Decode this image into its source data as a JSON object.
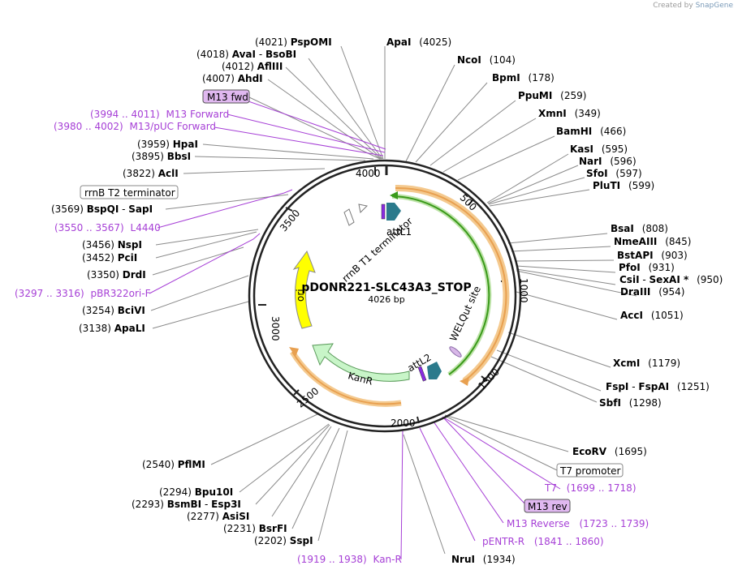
{
  "credit": {
    "prefix": "Created by",
    "brand": "SnapGene"
  },
  "plasmid": {
    "name": "pDONR221-SLC43A3_STOP",
    "size": "4026 bp"
  },
  "ticks": [
    "500",
    "1000",
    "1500",
    "2000",
    "2500",
    "3000",
    "3500",
    "4000"
  ],
  "features": {
    "attL1": "attL1",
    "attL2": "attL2",
    "welqut": "WELQut site",
    "kanr": "KanR",
    "ori": "ori",
    "rrnb_arc": "rrnB T1 terminator"
  },
  "enzymes_left": [
    {
      "pos": "(4021)",
      "name": "PspOMI"
    },
    {
      "pos": "(4018)",
      "name": "AvaI",
      "sep": "-",
      "name2": "BsoBI"
    },
    {
      "pos": "(4012)",
      "name": "AflIII"
    },
    {
      "pos": "(4007)",
      "name": "AhdI"
    },
    {
      "pos": "(3959)",
      "name": "HpaI"
    },
    {
      "pos": "(3895)",
      "name": "BbsI"
    },
    {
      "pos": "(3822)",
      "name": "AclI"
    },
    {
      "pos": "(3569)",
      "name": "BspQI",
      "sep": "-",
      "name2": "SapI"
    },
    {
      "pos": "(3456)",
      "name": "NspI"
    },
    {
      "pos": "(3452)",
      "name": "PciI"
    },
    {
      "pos": "(3350)",
      "name": "DrdI"
    },
    {
      "pos": "(3254)",
      "name": "BciVI"
    },
    {
      "pos": "(3138)",
      "name": "ApaLI"
    },
    {
      "pos": "(2540)",
      "name": "PflMI"
    },
    {
      "pos": "(2294)",
      "name": "Bpu10I"
    },
    {
      "pos": "(2293)",
      "name": "BsmBI",
      "sep": "-",
      "name2": "Esp3I"
    },
    {
      "pos": "(2277)",
      "name": "AsiSI"
    },
    {
      "pos": "(2231)",
      "name": "BsrFI"
    },
    {
      "pos": "(2202)",
      "name": "SspI"
    }
  ],
  "enzymes_right": [
    {
      "name": "ApaI",
      "pos": "(4025)"
    },
    {
      "name": "NcoI",
      "pos": "(104)"
    },
    {
      "name": "BpmI",
      "pos": "(178)"
    },
    {
      "name": "PpuMI",
      "pos": "(259)"
    },
    {
      "name": "XmnI",
      "pos": "(349)"
    },
    {
      "name": "BamHI",
      "pos": "(466)"
    },
    {
      "name": "KasI",
      "pos": "(595)"
    },
    {
      "name": "NarI",
      "pos": "(596)"
    },
    {
      "name": "SfoI",
      "pos": "(597)"
    },
    {
      "name": "PluTI",
      "pos": "(599)"
    },
    {
      "name": "BsaI",
      "pos": "(808)"
    },
    {
      "name": "NmeAIII",
      "pos": "(845)"
    },
    {
      "name": "BstAPI",
      "pos": "(903)"
    },
    {
      "name": "PfoI",
      "pos": "(931)"
    },
    {
      "name": "CsiI",
      "sep": "-",
      "name2": "SexAI *",
      "pos": "(950)"
    },
    {
      "name": "DraIII",
      "pos": "(954)"
    },
    {
      "name": "AccI",
      "pos": "(1051)"
    },
    {
      "name": "XcmI",
      "pos": "(1179)"
    },
    {
      "name": "FspI",
      "sep": "-",
      "name2": "FspAI",
      "pos": "(1251)"
    },
    {
      "name": "SbfI",
      "pos": "(1298)"
    },
    {
      "name": "EcoRV",
      "pos": "(1695)"
    },
    {
      "name": "NruI",
      "pos": "(1934)"
    }
  ],
  "primers": [
    {
      "range": "(3994 .. 4011)",
      "name": "M13 Forward"
    },
    {
      "range": "(3980 .. 4002)",
      "name": "M13/pUC Forward"
    },
    {
      "range": "(3550 .. 3567)",
      "name": "L4440"
    },
    {
      "range": "(3297 .. 3316)",
      "name": "pBR322ori-F"
    },
    {
      "name": "T7",
      "range": "(1699 .. 1718)"
    },
    {
      "name": "M13 Reverse",
      "range": "(1723 .. 1739)"
    },
    {
      "name": "pENTR-R",
      "range": "(1841 .. 1860)"
    },
    {
      "range": "(1919 .. 1938)",
      "name": "Kan-R"
    }
  ],
  "boxed": {
    "m13fwd": "M13 fwd",
    "rrnb_t2": "rrnB T2 terminator",
    "t7_promoter": "T7 promoter",
    "m13rev": "M13 rev"
  },
  "colors": {
    "primer": "#a63fd6",
    "ori": "#ffff00",
    "kanr": "#c8f5c8",
    "orange_arc": "#e8a050",
    "green_arc": "#3a9a1a",
    "att": "#2b7a8c"
  }
}
